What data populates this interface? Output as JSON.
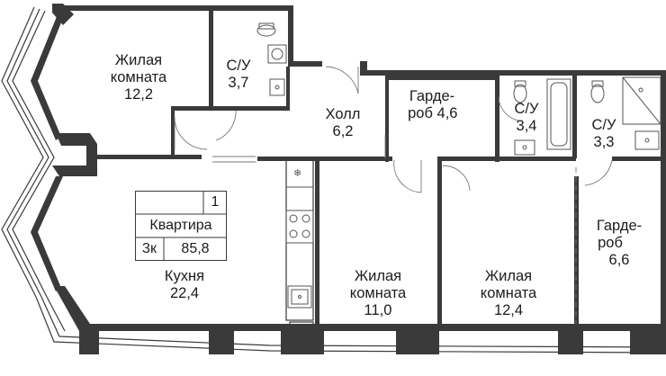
{
  "plan": {
    "rooms": [
      {
        "id": "living1",
        "name_lines": [
          "Жилая",
          "комната"
        ],
        "area": "12,2"
      },
      {
        "id": "bath1",
        "name_lines": [
          "С/У"
        ],
        "area": "3,7"
      },
      {
        "id": "hall",
        "name_lines": [
          "Холл"
        ],
        "area": "6,2"
      },
      {
        "id": "wardrobe1",
        "name_lines": [
          "Гарде-",
          "роб"
        ],
        "area": "4,6"
      },
      {
        "id": "bath2",
        "name_lines": [
          "С/У"
        ],
        "area": "3,4"
      },
      {
        "id": "bath3",
        "name_lines": [
          "С/У"
        ],
        "area": "3,3"
      },
      {
        "id": "wardrobe2",
        "name_lines": [
          "Гарде-",
          "роб"
        ],
        "area": "6,6"
      },
      {
        "id": "kitchen",
        "name_lines": [
          "Кухня"
        ],
        "area": "22,4"
      },
      {
        "id": "living2",
        "name_lines": [
          "Жилая",
          "комната"
        ],
        "area": "11,0"
      },
      {
        "id": "living3",
        "name_lines": [
          "Жилая",
          "комната"
        ],
        "area": "12,4"
      }
    ],
    "info_table": {
      "number": "1",
      "label": "Квартира",
      "rooms": "3к",
      "area": "85,8"
    }
  }
}
